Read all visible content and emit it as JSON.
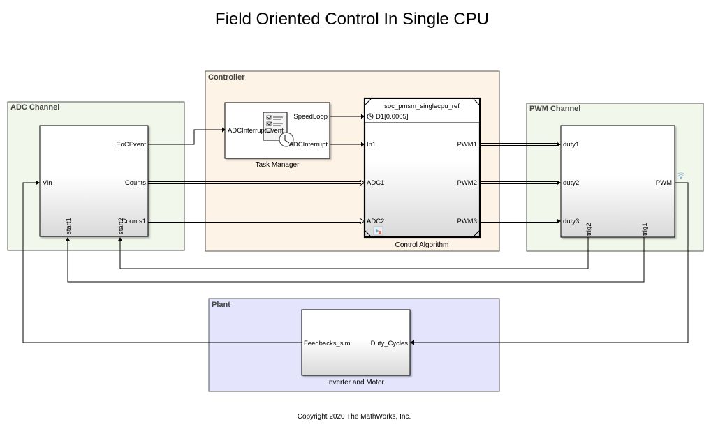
{
  "title": "Field Oriented Control In Single CPU",
  "copyright": "Copyright 2020 The MathWorks, Inc.",
  "colors": {
    "adc_area": "#f1f7ea",
    "controller_area": "#fdf3e6",
    "pwm_area": "#f1f7ea",
    "plant_area": "#e4e4fc"
  },
  "areas": {
    "adc": {
      "label": "ADC Channel"
    },
    "controller": {
      "label": "Controller"
    },
    "pwm": {
      "label": "PWM Channel"
    },
    "plant": {
      "label": "Plant"
    }
  },
  "blocks": {
    "adc": {
      "ports_in": [
        "Vin"
      ],
      "ports_out": [
        "EoCEvent",
        "Counts",
        "Counts1"
      ],
      "ports_bottom": [
        "start1",
        "start2"
      ]
    },
    "task_manager": {
      "caption": "Task Manager",
      "ports_in": [
        "ADCInterruptEvent"
      ],
      "ports_out": [
        "SpeedLoop",
        "ADCInterrupt"
      ],
      "icon": "task-clock-icon"
    },
    "control_algorithm": {
      "caption": "Control Algorithm",
      "model_ref": "soc_pmsm_singlecpu_ref",
      "rate": "D1[0.0005]",
      "ports_in": [
        "In1",
        "ADC1",
        "ADC2"
      ],
      "ports_out": [
        "PWM1",
        "PWM2",
        "PWM3"
      ]
    },
    "pwm": {
      "ports_in": [
        "duty1",
        "duty2",
        "duty3"
      ],
      "ports_out": [
        "PWM"
      ],
      "ports_bottom": [
        "trig2",
        "trig1"
      ]
    },
    "inverter_motor": {
      "caption": "Inverter and Motor",
      "ports_in": [
        "Duty_Cycles"
      ],
      "ports_out": [
        "Feedbacks_sim"
      ]
    }
  }
}
